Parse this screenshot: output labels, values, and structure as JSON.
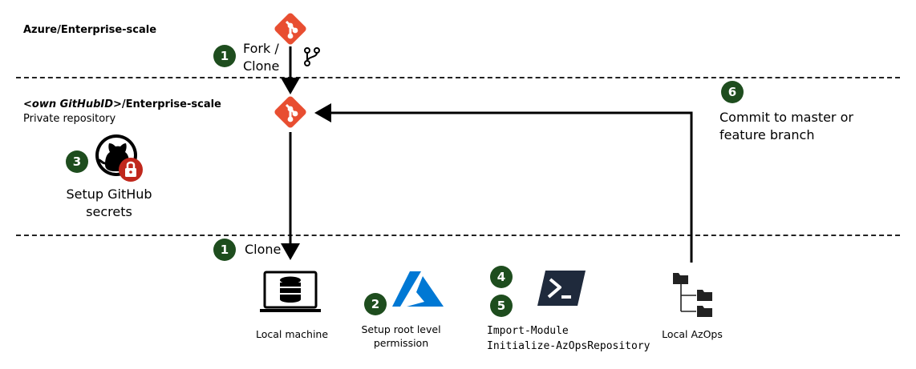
{
  "upstream": {
    "repo_label": "Azure/Enterprise-scale"
  },
  "own": {
    "repo_prefix": "<own GitHubID>",
    "repo_suffix": "/Enterprise-scale",
    "subtitle": "Private repository"
  },
  "steps": {
    "fork": {
      "number": "1",
      "line1": "Fork /",
      "line2": "Clone"
    },
    "clone": {
      "number": "1",
      "label": "Clone"
    },
    "permission": {
      "number": "2",
      "line1": "Setup root level",
      "line2": "permission"
    },
    "secrets": {
      "number": "3",
      "line1": "Setup GitHub",
      "line2": "secrets"
    },
    "import": {
      "number": "4",
      "label": "Import-Module"
    },
    "initialize": {
      "number": "5",
      "label": "Initialize-AzOpsRepository"
    },
    "commit": {
      "number": "6",
      "line1": "Commit to master or",
      "line2": "feature branch"
    }
  },
  "components": {
    "local_machine": "Local machine",
    "local_azops": "Local AzOps"
  },
  "colors": {
    "git_red": "#e84e31",
    "badge_green": "#1e4d1e",
    "azure_blue": "#0078d4",
    "powershell_dark": "#1f2a3c",
    "lock_red": "#c0271c"
  },
  "icons": [
    "git-icon",
    "git-branch-icon",
    "github-lock-icon",
    "laptop-database-icon",
    "azure-icon",
    "powershell-icon",
    "folder-tree-icon"
  ]
}
